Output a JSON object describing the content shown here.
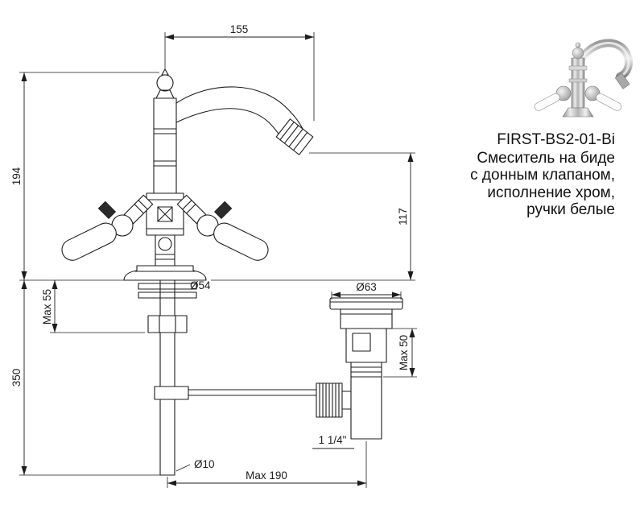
{
  "product": {
    "code": "FIRST-BS2-01-Bi",
    "description_lines": [
      "Смеситель на биде",
      "с донным клапаном,",
      "исполнение хром,",
      "ручки белые"
    ]
  },
  "dimensions": {
    "spout_reach": "155",
    "height_above_deck": "194",
    "spout_outlet_height": "117",
    "base_diameter": "Ø54",
    "deck_thickness_max": "Max 55",
    "height_below_deck": "350",
    "waste_flange_diameter": "Ø63",
    "waste_body_max": "Max 50",
    "waste_thread": "1 1/4\"",
    "rod_diameter": "Ø10",
    "rod_to_waste_max": "Max 190"
  },
  "colors": {
    "line": "#1c1c1c",
    "background": "#ffffff",
    "handle_cap": "#2a2a2a"
  }
}
